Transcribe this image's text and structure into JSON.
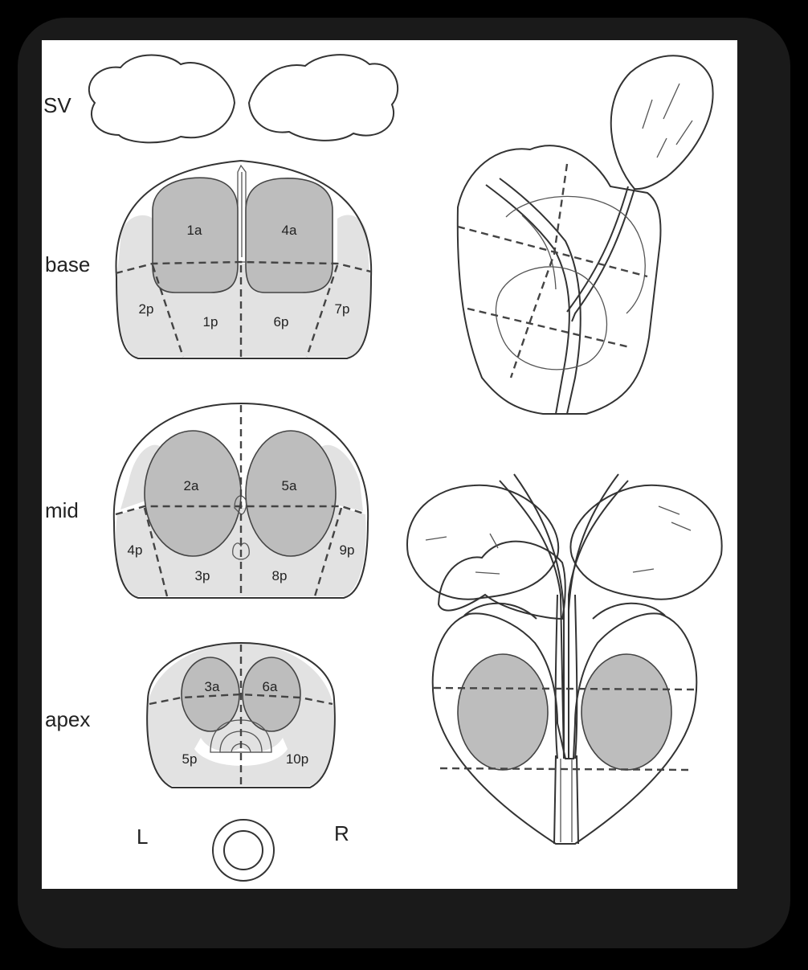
{
  "colors": {
    "frame": "#000000",
    "paper": "#ffffff",
    "anterior_zone": "#bdbdbd",
    "posterior_zone": "#e2e2e2",
    "line": "#333333"
  },
  "left_column": {
    "level_labels": {
      "sv": "SV",
      "base": "base",
      "mid": "mid",
      "apex": "apex"
    },
    "base_segments": {
      "a1": "1a",
      "a4": "4a",
      "p2": "2p",
      "p1": "1p",
      "p6": "6p",
      "p7": "7p"
    },
    "mid_segments": {
      "a2": "2a",
      "a5": "5a",
      "p4": "4p",
      "p3": "3p",
      "p8": "8p",
      "p9": "9p"
    },
    "apex_segments": {
      "a3": "3a",
      "a6": "6a",
      "p5": "5p",
      "p10": "10p"
    },
    "side_labels": {
      "left": "L",
      "right": "R"
    }
  }
}
